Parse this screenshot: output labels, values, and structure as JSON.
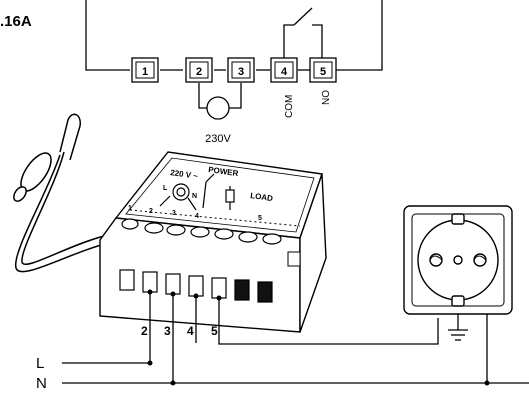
{
  "header": {
    "fig_label": ".16A"
  },
  "top_diagram": {
    "terminals": [
      "1",
      "2",
      "3",
      "4",
      "5"
    ],
    "supply_label": "230V",
    "com_label": "COM",
    "no_label": "NO"
  },
  "device": {
    "voltage_label": "220 V ~",
    "power_label": "POWER",
    "load_label": "LOAD",
    "l_label": "L",
    "n_label": "N",
    "pin_labels": [
      "1",
      "2",
      "3",
      "4",
      "5"
    ]
  },
  "bottom_terminals": [
    "2",
    "3",
    "4",
    "5"
  ],
  "lines": {
    "L": "L",
    "N": "N"
  }
}
